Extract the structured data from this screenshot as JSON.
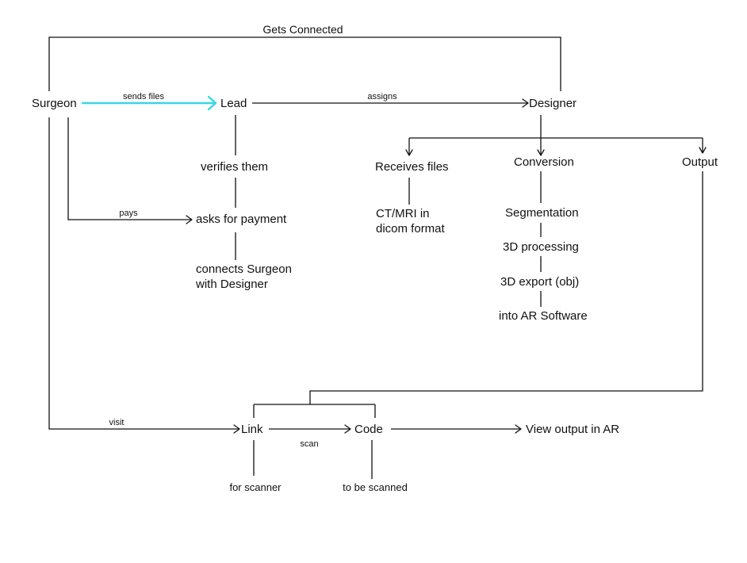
{
  "nodes": {
    "surgeon": "Surgeon",
    "lead": "Lead",
    "designer": "Designer",
    "verifies": "verifies them",
    "asks_payment": "asks for payment",
    "connects_1": "connects Surgeon",
    "connects_2": "with Designer",
    "receives_files": "Receives files",
    "ctmri_1": "CT/MRI in",
    "ctmri_2": "dicom format",
    "conversion": "Conversion",
    "segmentation": "Segmentation",
    "processing": "3D processing",
    "export": "3D export  (obj)",
    "into_ar": "into AR Software",
    "output": "Output",
    "link": "Link",
    "code": "Code",
    "view_ar": "View output in AR",
    "for_scanner": "for scanner",
    "to_be_scanned": "to be scanned"
  },
  "edge_labels": {
    "gets_connected": "Gets Connected",
    "sends_files": "sends files",
    "assigns": "assigns",
    "pays": "pays",
    "visit": "visit",
    "scan": "scan"
  },
  "colors": {
    "line": "#111111",
    "highlight": "#39d6e6",
    "background": "#ffffff"
  }
}
